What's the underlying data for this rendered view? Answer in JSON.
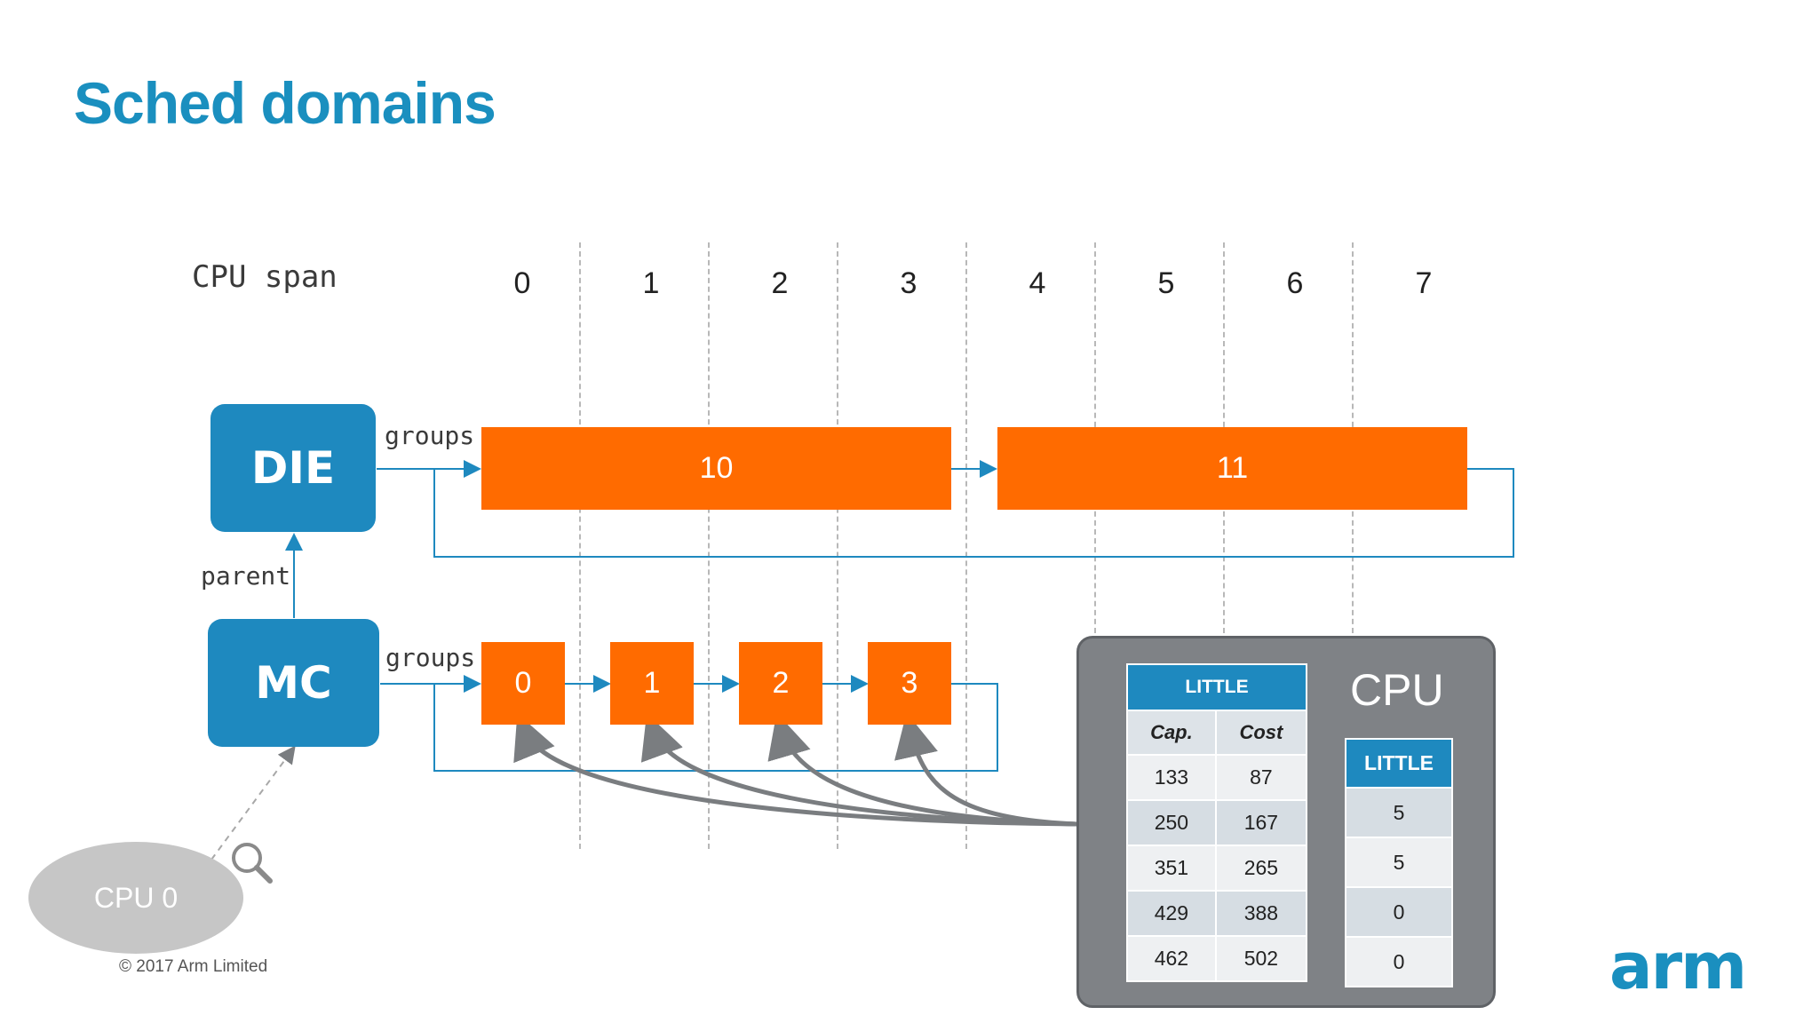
{
  "title": "Sched domains",
  "cpu_span_label": "CPU span",
  "cpu_numbers": [
    "0",
    "1",
    "2",
    "3",
    "4",
    "5",
    "6",
    "7"
  ],
  "domains": {
    "die": "DIE",
    "mc": "MC"
  },
  "labels": {
    "groups_die": "groups",
    "groups_mc": "groups",
    "parent": "parent"
  },
  "die_groups": [
    "10",
    "11"
  ],
  "mc_groups": [
    "0",
    "1",
    "2",
    "3"
  ],
  "cpu_node": "CPU 0",
  "panel": {
    "title": "CPU",
    "cap_table": {
      "header": "LITTLE",
      "columns": [
        "Cap.",
        "Cost"
      ],
      "rows": [
        [
          "133",
          "87"
        ],
        [
          "250",
          "167"
        ],
        [
          "351",
          "265"
        ],
        [
          "429",
          "388"
        ],
        [
          "462",
          "502"
        ]
      ]
    },
    "idle_table": {
      "header": "LITTLE",
      "values": [
        "5",
        "5",
        "0",
        "0"
      ]
    }
  },
  "copyright": "© 2017 Arm Limited",
  "logo": "arm",
  "colors": {
    "accent": "#1e89bf",
    "group": "#ff6b00",
    "panel": "#7f8286"
  },
  "icons": [
    "magnifier-icon"
  ]
}
